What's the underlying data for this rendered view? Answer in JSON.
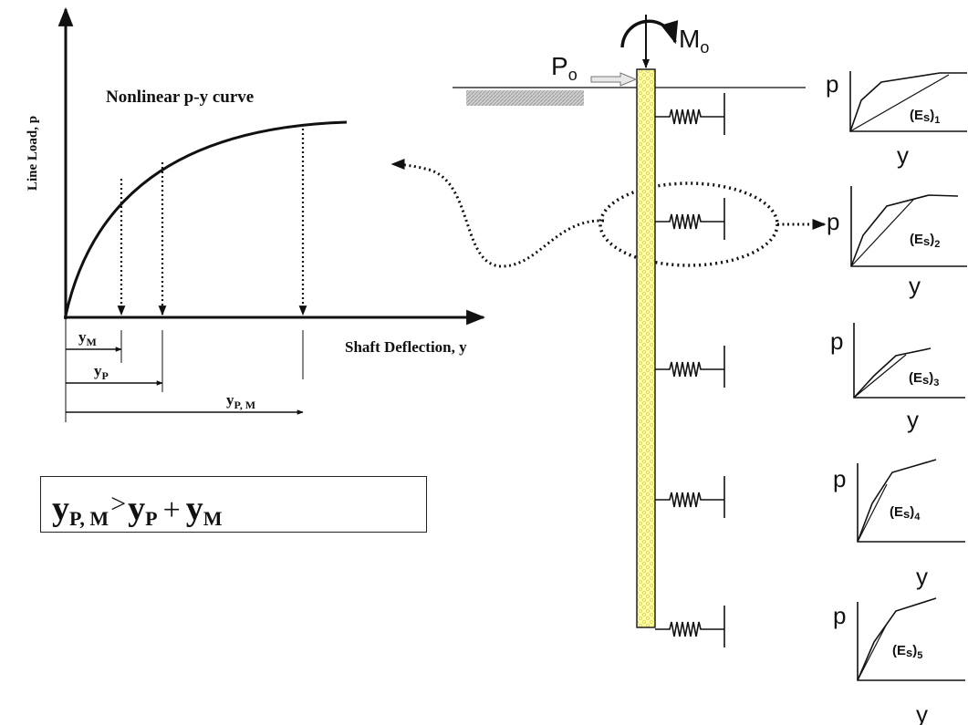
{
  "left_graph": {
    "title": "Nonlinear p-y curve",
    "y_axis_label": "Line Load, p",
    "x_axis_label": "Shaft Deflection, y",
    "dim_labels": [
      {
        "base": "y",
        "sub": "M"
      },
      {
        "base": "y",
        "sub": "P"
      },
      {
        "base": "y",
        "sub": "P, M"
      }
    ]
  },
  "equation": {
    "lhs": {
      "base": "y",
      "sub": "P, M"
    },
    "op": ">",
    "t1": {
      "base": "y",
      "sub": "P"
    },
    "plus": "+",
    "t2": {
      "base": "y",
      "sub": "M"
    }
  },
  "pile": {
    "load_label": {
      "base": "P",
      "sub": "o"
    },
    "moment_label": {
      "base": "M",
      "sub": "o"
    }
  },
  "small_curves": [
    {
      "p": "p",
      "y": "y",
      "es": {
        "base": "(E",
        "s": "s",
        "close": ")",
        "sub": "1"
      }
    },
    {
      "p": "p",
      "y": "y",
      "es": {
        "base": "(E",
        "s": "s",
        "close": ")",
        "sub": "2"
      }
    },
    {
      "p": "p",
      "y": "y",
      "es": {
        "base": "(E",
        "s": "s",
        "close": ")",
        "sub": "3"
      }
    },
    {
      "p": "p",
      "y": "y",
      "es": {
        "base": "(E",
        "s": "s",
        "close": ")",
        "sub": "4"
      }
    },
    {
      "p": "p",
      "y": "y",
      "es": {
        "base": "(E",
        "s": "s",
        "close": ")",
        "sub": "5"
      }
    }
  ]
}
